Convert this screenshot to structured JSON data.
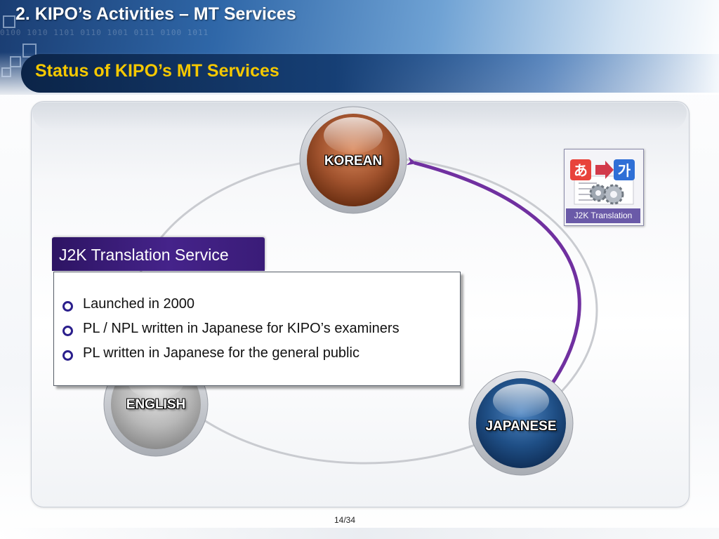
{
  "header": {
    "title": "2. KIPO’s Activities – MT Services",
    "subtitle": "Status of KIPO’s MT Services"
  },
  "diagram": {
    "nodes": {
      "korean": "KOREAN",
      "english": "ENGLISH",
      "japanese": "JAPANESE"
    },
    "arrow_color": "#7030a0"
  },
  "icon": {
    "caption": "J2K Translation",
    "glyph_left": "あ",
    "glyph_right": "가",
    "name": "translation-gears-icon"
  },
  "service": {
    "tab_label": "J2K Translation Service",
    "bullets": [
      "Launched in 2000",
      "PL / NPL written in Japanese for KIPO’s examiners",
      "PL written in Japanese for the general public"
    ]
  },
  "footer": {
    "page": "14/34"
  },
  "colors": {
    "subtitle": "#f5c800",
    "korean_node": "#a0522d",
    "english_node": "#bdbdbd",
    "japanese_node": "#1f4f86",
    "tab": "#3a1c78",
    "bullet": "#2b1f8c"
  }
}
